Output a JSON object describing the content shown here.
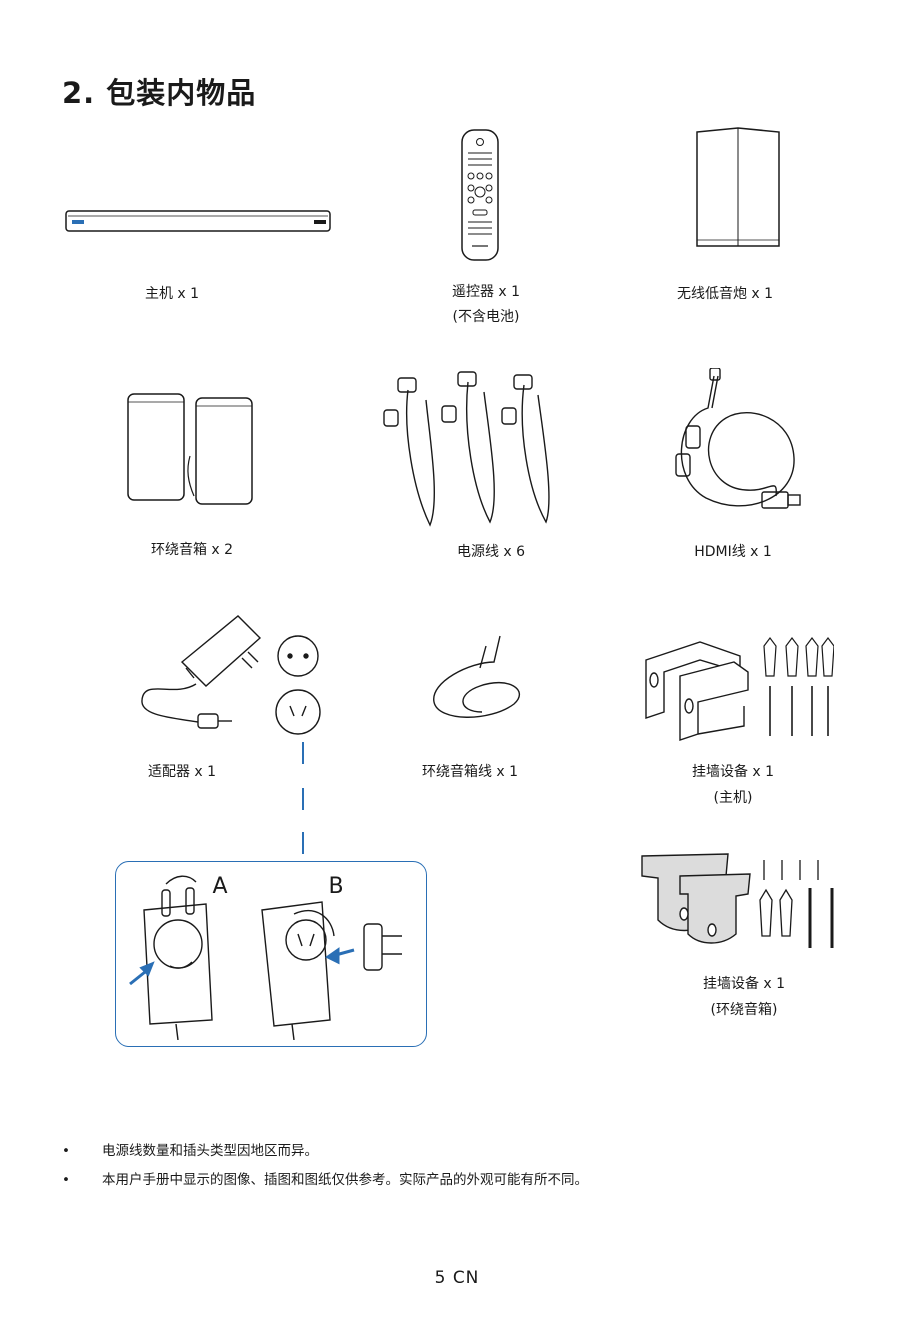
{
  "page_title": "2. 包装内物品",
  "items": {
    "main_unit": {
      "label": "主机 x 1"
    },
    "remote": {
      "label": "遥控器 x 1",
      "note": "(不含电池)"
    },
    "subwoofer": {
      "label": "无线低音炮 x 1"
    },
    "surround_speakers": {
      "label": "环绕音箱 x 2"
    },
    "power_cable": {
      "label": "电源线 x 6"
    },
    "hdmi_cable": {
      "label": "HDMI线 x 1"
    },
    "adapter": {
      "label": "适配器 x 1"
    },
    "surround_cable": {
      "label": "环绕音箱线 x 1"
    },
    "wall_mount_main": {
      "label": "挂墙设备 x 1",
      "note": "(主机)"
    },
    "wall_mount_speaker": {
      "label": "挂墙设备 x 1",
      "note": "(环绕音箱)"
    }
  },
  "inset": {
    "label_a": "A",
    "label_b": "B"
  },
  "notes": [
    "电源线数量和插头类型因地区而异。",
    "本用户手册中显示的图像、插图和图纸仅供参考。实际产品的外观可能有所不同。"
  ],
  "page_number": "5 CN",
  "colors": {
    "accent_blue": "#2a6fb5",
    "line": "#1a1a1a"
  }
}
